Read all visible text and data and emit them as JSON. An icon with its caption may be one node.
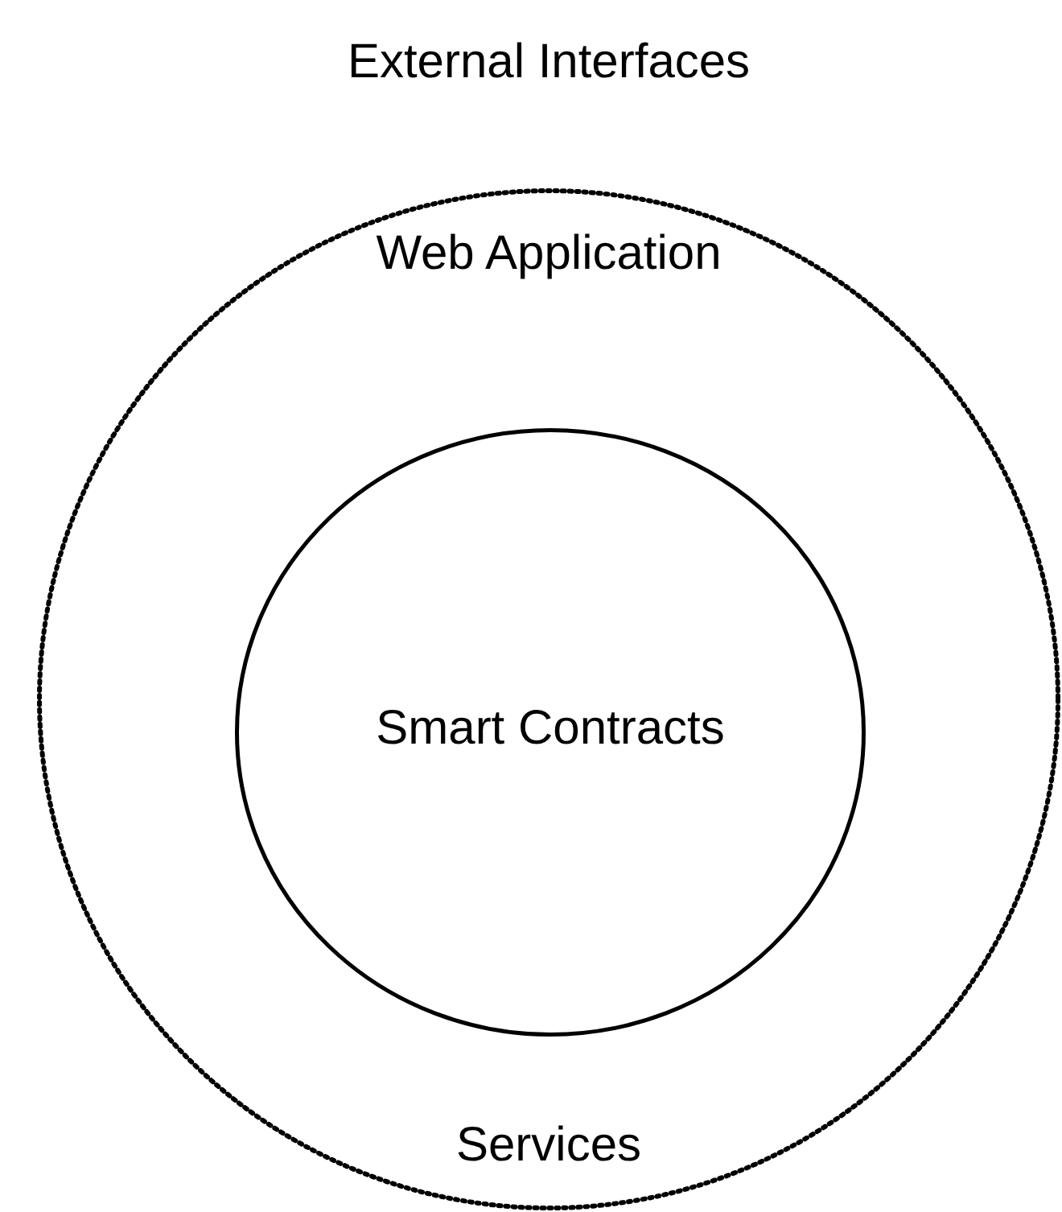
{
  "diagram": {
    "title": "External Interfaces",
    "nodes": [
      {
        "text": [
          "Web Application",
          "Services"
        ]
      },
      {
        "text": [
          "Smart Contracts"
        ],
        "in": 0
      }
    ]
  }
}
